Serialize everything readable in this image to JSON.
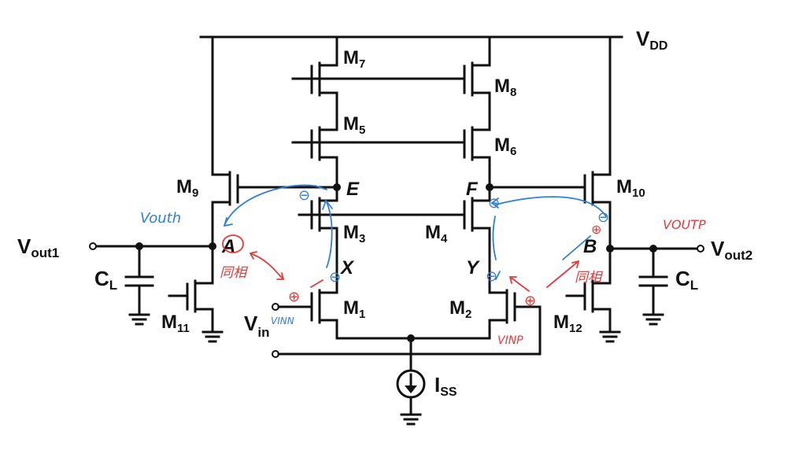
{
  "supply": {
    "label": "V",
    "sub": "DD"
  },
  "transistors": {
    "m1": {
      "main": "M",
      "sub": "1"
    },
    "m2": {
      "main": "M",
      "sub": "2"
    },
    "m3": {
      "main": "M",
      "sub": "3"
    },
    "m4": {
      "main": "M",
      "sub": "4"
    },
    "m5": {
      "main": "M",
      "sub": "5"
    },
    "m6": {
      "main": "M",
      "sub": "6"
    },
    "m7": {
      "main": "M",
      "sub": "7"
    },
    "m8": {
      "main": "M",
      "sub": "8"
    },
    "m9": {
      "main": "M",
      "sub": "9"
    },
    "m10": {
      "main": "M",
      "sub": "10"
    },
    "m11": {
      "main": "M",
      "sub": "11"
    },
    "m12": {
      "main": "M",
      "sub": "12"
    }
  },
  "nodes": {
    "e": "E",
    "f": "F",
    "x": "X",
    "y": "Y",
    "a": "A",
    "b": "B"
  },
  "ports": {
    "vout1": {
      "main": "V",
      "sub": "out1"
    },
    "vout2": {
      "main": "V",
      "sub": "out2"
    },
    "vin": {
      "main": "V",
      "sub": "in"
    },
    "cl_left": {
      "main": "C",
      "sub": "L"
    },
    "cl_right": {
      "main": "C",
      "sub": "L"
    },
    "iss": {
      "main": "I",
      "sub": "SS"
    }
  },
  "annotations": {
    "blue": {
      "voutn": "Vouth",
      "vinn": "VINN",
      "minus_e": "⊖",
      "minus_x": "⊖",
      "minus_f": "⊖",
      "minus_y": "⊖",
      "minus_b": "⊖"
    },
    "red": {
      "voutp": "VOUTP",
      "vinp": "VINP",
      "same_phase_left": "同相",
      "same_phase_right": "同相",
      "plus_m1": "⊕",
      "plus_m2": "⊕",
      "plus_b": "⊕"
    },
    "colors": {
      "blue": "#2f7fd6",
      "red": "#e53a3a"
    }
  }
}
